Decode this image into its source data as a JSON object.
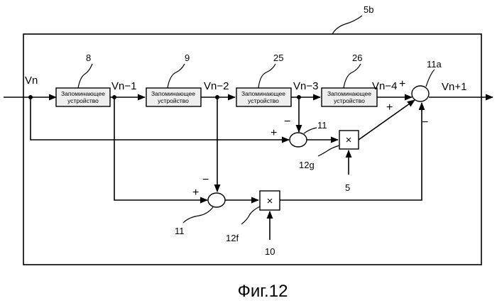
{
  "block_ref": "5b",
  "memory_label": [
    "Запоминающее",
    "устройство"
  ],
  "memories": [
    {
      "ref": "8"
    },
    {
      "ref": "9"
    },
    {
      "ref": "25"
    },
    {
      "ref": "26"
    }
  ],
  "signals": {
    "vn": "Vn",
    "vn1": "Vn−1",
    "vn2": "Vn−2",
    "vn3": "Vn−3",
    "vn4": "Vn−4",
    "out": "Vn+1"
  },
  "adders": {
    "main": "11a",
    "upper": "11",
    "lower": "11"
  },
  "multipliers": {
    "upper": {
      "ref": "12g",
      "symbol": "×",
      "coef_ref": "5"
    },
    "lower": {
      "ref": "12f",
      "symbol": "×",
      "coef_ref": "10"
    }
  },
  "signs": {
    "plus": "+",
    "minus": "−"
  },
  "caption": "Фиг.12"
}
